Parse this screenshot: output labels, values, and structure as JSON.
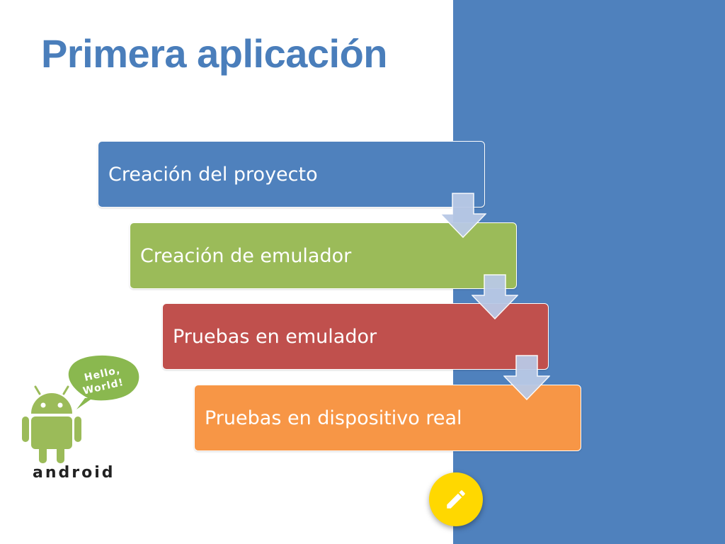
{
  "slide": {
    "title": "Primera aplicación",
    "title_color": "#4a7ebb",
    "panel_color": "#4f81bd"
  },
  "steps": [
    {
      "label": "Creación del proyecto",
      "color": "#4f81bd"
    },
    {
      "label": "Creación de emulador",
      "color": "#9bbb59"
    },
    {
      "label": "Pruebas en emulador",
      "color": "#c0504d"
    },
    {
      "label": "Pruebas en dispositivo real",
      "color": "#f79646"
    }
  ],
  "arrow_color": "#b9c9e6",
  "android_logo": {
    "speech_line1": "Hello,",
    "speech_line2": "World!",
    "wordmark": "android",
    "robot_color": "#9bbb59",
    "bubble_color": "#8ab84f"
  },
  "edit_button": {
    "icon": "pencil-icon",
    "color": "#ffd800"
  }
}
